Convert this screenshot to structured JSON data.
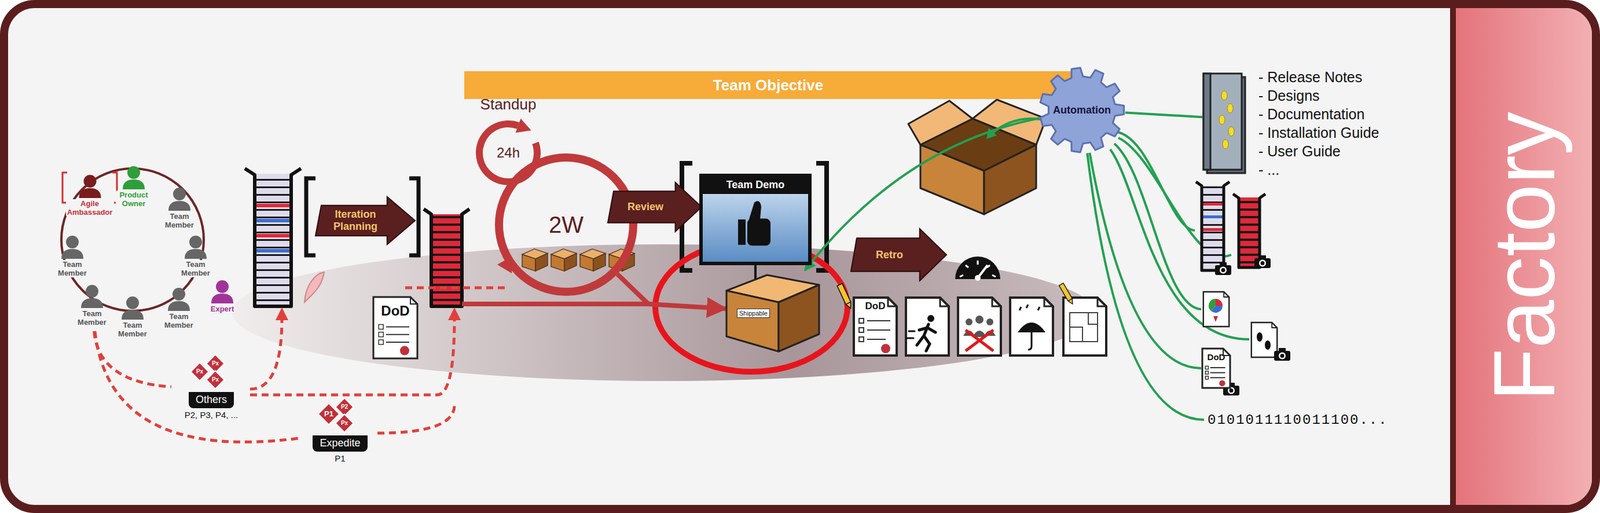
{
  "diagram": {
    "nodes": [
      {
        "text": [
          "Agile Ambassador"
        ]
      },
      {
        "text": [
          "Product Owner"
        ]
      },
      {
        "text": [
          "Team Member"
        ]
      },
      {
        "text": [
          "Team Member"
        ]
      },
      {
        "text": [
          "Team Member"
        ]
      },
      {
        "text": [
          "Expert"
        ]
      },
      {
        "text": [
          "Team Member"
        ]
      },
      {
        "text": [
          "Team Member"
        ]
      },
      {
        "text": [
          "Team Member"
        ]
      },
      {
        "text": [
          "Others",
          "P2, P3, P4, ..."
        ]
      },
      {
        "text": [
          "Expedite",
          "P1"
        ]
      },
      {
        "text": [
          "DoD"
        ]
      },
      {
        "text": [
          "Iteration Planning"
        ]
      },
      {
        "text": [
          "Team Objective"
        ]
      },
      {
        "text": [
          "Standup",
          "24h"
        ]
      },
      {
        "text": [
          "2W"
        ]
      },
      {
        "text": [
          "Review"
        ]
      },
      {
        "text": [
          "Team Demo"
        ]
      },
      {
        "text": [
          "Shippable"
        ]
      },
      {
        "text": [
          "Retro"
        ]
      },
      {
        "text": [
          "Automation"
        ]
      },
      {
        "text": [
          "- Release Notes",
          "- Designs",
          "- Documentation",
          "- Installation Guide",
          "- User Guide",
          "- ..."
        ]
      },
      {
        "text": [
          "DoD"
        ]
      },
      {
        "text": [
          "0101011110011100..."
        ]
      },
      {
        "text": [
          "Factory"
        ]
      }
    ],
    "edges": [
      {
        "from": 6,
        "to": 9,
        "arrow": "none"
      },
      {
        "from": 6,
        "to": 10,
        "arrow": "none"
      },
      {
        "from": 15,
        "to": 18,
        "arrow": "to"
      },
      {
        "from": 20,
        "to": 18,
        "arrow": "to"
      },
      {
        "from": 20,
        "to": 21,
        "arrow": "none"
      },
      {
        "from": 20,
        "to": 22,
        "arrow": "none"
      },
      {
        "from": 20,
        "to": 23,
        "arrow": "none"
      }
    ],
    "labels": [
      "DoD",
      "Px",
      "Px",
      "Px",
      "P1",
      "P2",
      "Px"
    ]
  }
}
